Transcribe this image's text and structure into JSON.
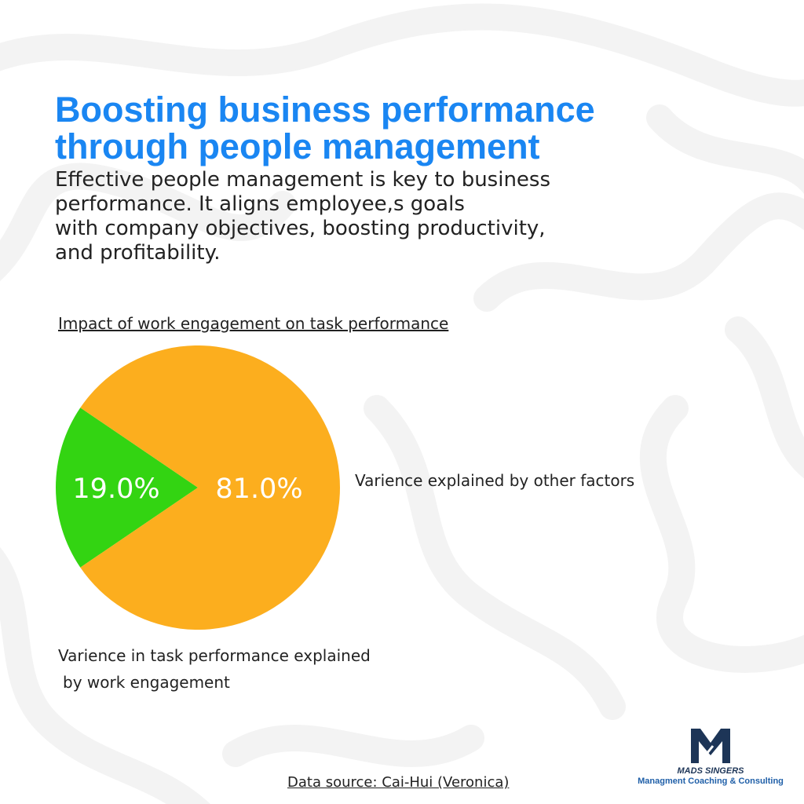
{
  "header": {
    "title_line1": "Boosting business performance",
    "title_line2": "through people  management",
    "intro_lines": [
      "Effective people management is key to business",
      "performance. It aligns employee,s goals",
      "with company objectives, boosting productivity,",
      "and profitability."
    ]
  },
  "chart_data": {
    "type": "pie",
    "title": "Impact of work engagement on task performance",
    "slices": [
      {
        "label": "Varience explained by other factors",
        "value": 81.0,
        "display": "81.0%",
        "color": "#fcae1e"
      },
      {
        "label": "Varience in task performance explained by work engagement",
        "label_lines": [
          "Varience in task performance explained",
          "by work engagement"
        ],
        "value": 19.0,
        "display": "19.0%",
        "color": "#33d412"
      }
    ],
    "value_label_color": "#ffffff"
  },
  "footer": {
    "source": "Data source: Cai-Hui (Veronica)"
  },
  "logo": {
    "name": "MADS SINGERS",
    "tagline": "Managment Coaching & Consulting",
    "color": "#1d3557"
  },
  "colors": {
    "title": "#1a86f2",
    "text": "#222222",
    "background_pattern": "#f4f4f4"
  }
}
